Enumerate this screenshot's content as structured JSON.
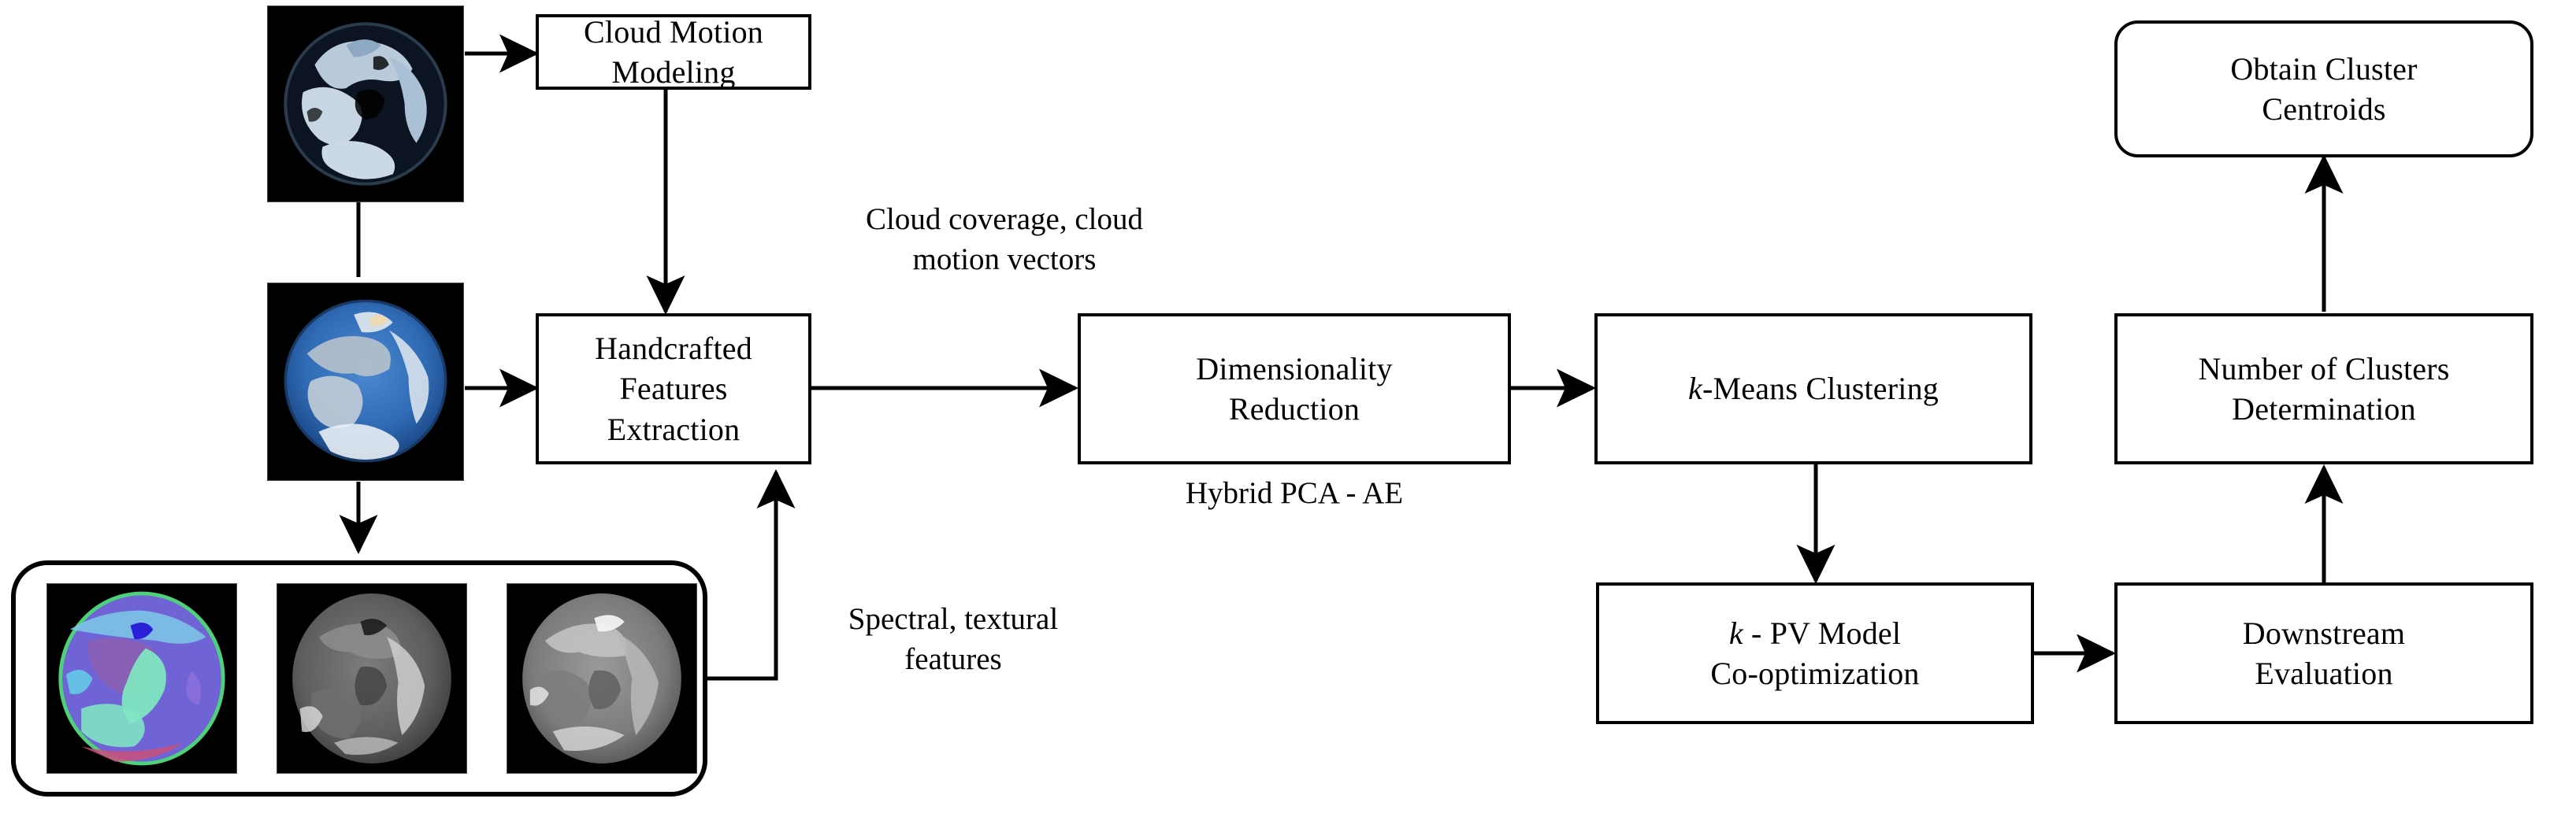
{
  "diagram": {
    "title": "Satellite image based k-Means clustering and PV model co-optimization pipeline",
    "background_color": "#ffffff",
    "line_color": "#000000",
    "nodes": [
      {
        "id": "cloud-motion-modeling",
        "label": "Cloud Motion\nModeling",
        "shape": "rect"
      },
      {
        "id": "handcrafted-features-extraction",
        "label": "Handcrafted Features\nExtraction",
        "shape": "rect"
      },
      {
        "id": "dimensionality-reduction",
        "label": "Dimensionality\nReduction",
        "shape": "rect"
      },
      {
        "id": "k-means-clustering",
        "label": "k-Means Clustering",
        "italic_prefix": "k",
        "rest": "-Means Clustering",
        "shape": "rect"
      },
      {
        "id": "obtain-cluster-centroids",
        "label": "Obtain Cluster\nCentroids",
        "shape": "rounded-rect"
      },
      {
        "id": "number-of-clusters-determination",
        "label": "Number of Clusters\nDetermination",
        "shape": "rect"
      },
      {
        "id": "k-pv-model-co-optimization",
        "label": "k - PV Model\nCo-optimization",
        "italic_prefix": "k",
        "rest": " - PV Model\nCo-optimization",
        "shape": "rect"
      },
      {
        "id": "downstream-evaluation",
        "label": "Downstream\nEvaluation",
        "shape": "rect"
      }
    ],
    "edge_labels": [
      {
        "id": "cloud-coverage-label",
        "text": "Cloud coverage, cloud\nmotion vectors"
      },
      {
        "id": "hybrid-pca-ae-label",
        "text": "Hybrid PCA - AE"
      },
      {
        "id": "spectral-textural-label",
        "text": "Spectral, textural\nfeatures"
      }
    ],
    "images": [
      {
        "id": "cloud-mask-satellite-image",
        "caption": ""
      },
      {
        "id": "rgb-satellite-image",
        "caption": ""
      },
      {
        "id": "false-color-satellite-image",
        "caption": ""
      },
      {
        "id": "infrared-band-satellite-image",
        "caption": ""
      },
      {
        "id": "grayscale-band-satellite-image",
        "caption": ""
      }
    ]
  }
}
